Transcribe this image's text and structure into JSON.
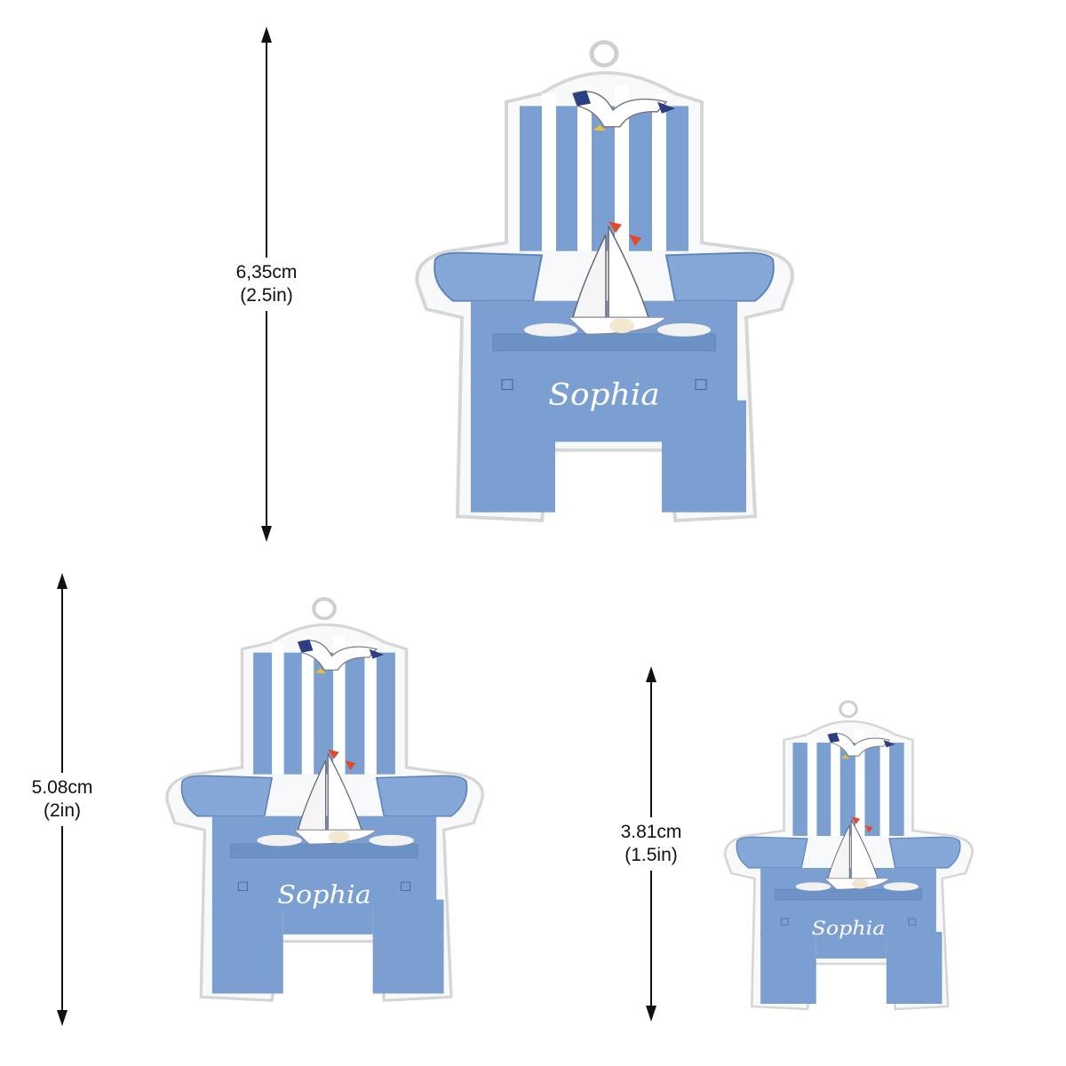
{
  "product": {
    "name_on_ornament": "Sophia"
  },
  "sizes": [
    {
      "cm": "6,35cm",
      "inch": "(2.5in)"
    },
    {
      "cm": "5.08cm",
      "inch": "(2in)"
    },
    {
      "cm": "3.81cm",
      "inch": "(1.5in)"
    }
  ],
  "colors": {
    "chair_blue": "#7a9fd0",
    "chair_blue_dark": "#5f84b8",
    "slat_white": "#ffffff",
    "acrylic_edge": "#d9d9d9",
    "text_dark": "#111111"
  },
  "icons": {
    "ornament_image": "adirondack-chair-ornament",
    "bird": "seagull",
    "boat": "sailboat"
  }
}
